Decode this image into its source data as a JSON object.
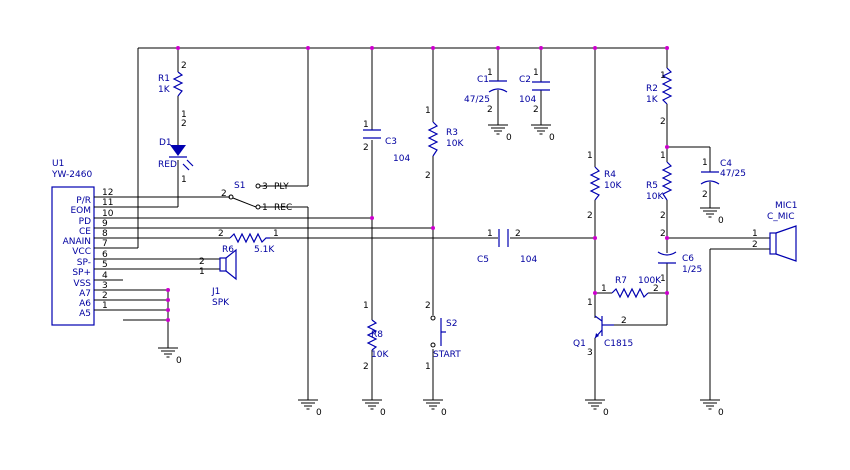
{
  "u1": {
    "ref": "U1",
    "part": "YW-2460",
    "pins": [
      {
        "name": "P/R",
        "num": "12"
      },
      {
        "name": "EOM",
        "num": "11"
      },
      {
        "name": "PD",
        "num": "10"
      },
      {
        "name": "CE",
        "num": "9"
      },
      {
        "name": "ANAIN",
        "num": "8"
      },
      {
        "name": "VCC",
        "num": "7"
      },
      {
        "name": "SP-",
        "num": "6"
      },
      {
        "name": "SP+",
        "num": "5"
      },
      {
        "name": "VSS",
        "num": "4"
      },
      {
        "name": "A7",
        "num": "3"
      },
      {
        "name": "A6",
        "num": "2"
      },
      {
        "name": "A5",
        "num": "1"
      }
    ]
  },
  "parts": {
    "r1": {
      "ref": "R1",
      "value": "1K"
    },
    "d1": {
      "ref": "D1",
      "value": "RED"
    },
    "s1": {
      "ref": "S1",
      "ply": "PLY",
      "rec": "REC"
    },
    "r6": {
      "ref": "R6",
      "value": "5.1K"
    },
    "j1": {
      "ref": "J1",
      "value": "SPK"
    },
    "c3": {
      "ref": "C3",
      "value": "104"
    },
    "r8": {
      "ref": "R8",
      "value": "10K"
    },
    "r3": {
      "ref": "R3",
      "value": "10K"
    },
    "s2": {
      "ref": "S2",
      "value": "START"
    },
    "c1": {
      "ref": "C1",
      "value": "47/25"
    },
    "c2": {
      "ref": "C2",
      "value": "104"
    },
    "c5": {
      "ref": "C5",
      "value": "104"
    },
    "r4": {
      "ref": "R4",
      "value": "10K"
    },
    "r7": {
      "ref": "R7",
      "value": "100K"
    },
    "q1": {
      "ref": "Q1",
      "value": "C1815"
    },
    "r2": {
      "ref": "R2",
      "value": "1K"
    },
    "r5": {
      "ref": "R5",
      "value": "10K"
    },
    "c4": {
      "ref": "C4",
      "value": "47/25"
    },
    "c6": {
      "ref": "C6",
      "value": "1/25"
    },
    "mic1": {
      "ref": "MIC1",
      "value": "C_MIC"
    }
  },
  "ground_label": "0",
  "pin_numbers": {
    "p1": "1",
    "p2": "2",
    "p3": "3"
  },
  "colors": {
    "wire": "#000000",
    "symbol": "#0000b0",
    "text": "#0000a0",
    "junction": "#cc00cc"
  }
}
